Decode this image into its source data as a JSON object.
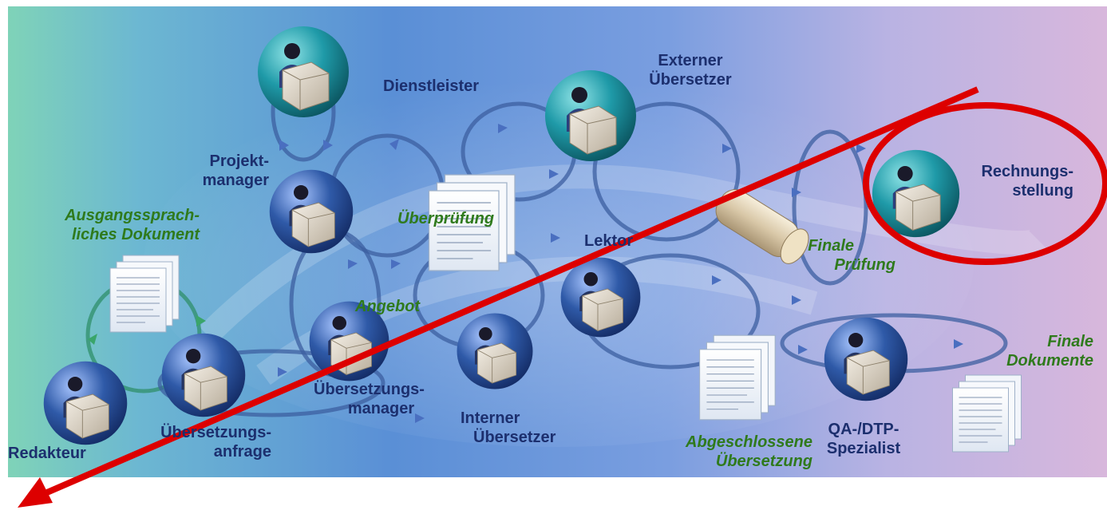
{
  "roles": {
    "dienstleister": "Dienstleister",
    "externer_uebersetzer_1": "Externer",
    "externer_uebersetzer_2": "Übersetzer",
    "projektmanager_1": "Projekt-",
    "projektmanager_2": "manager",
    "rechnungsstellung_1": "Rechnungs-",
    "rechnungsstellung_2": "stellung",
    "lektor": "Lektor",
    "uebersetzungsmanager_1": "Übersetzungs-",
    "uebersetzungsmanager_2": "manager",
    "interner_uebersetzer_1": "Interner",
    "interner_uebersetzer_2": "Übersetzer",
    "redakteur": "Redakteur",
    "uebersetzungsanfrage_1": "Übersetzungs-",
    "uebersetzungsanfrage_2": "anfrage",
    "qa_dtp_1": "QA-/DTP-",
    "qa_dtp_2": "Spezialist"
  },
  "documents": {
    "ausgangssprachlich_1": "Ausgangssprach-",
    "ausgangssprachlich_2": "liches Dokument",
    "ueberpruefung": "Überprüfung",
    "angebot": "Angebot",
    "finale_pruefung_1": "Finale",
    "finale_pruefung_2": "Prüfung",
    "abgeschlossen_1": "Abgeschlossene",
    "abgeschlossen_2": "Übersetzung",
    "finale_dokumente_1": "Finale",
    "finale_dokumente_2": "Dokumente"
  },
  "colors": {
    "role_text": "#1c2f6e",
    "document_text": "#2f7a1c",
    "annotation": "#dd0000",
    "bubble": "#2a9bb0",
    "bubble_blue": "#2f5aa8"
  }
}
